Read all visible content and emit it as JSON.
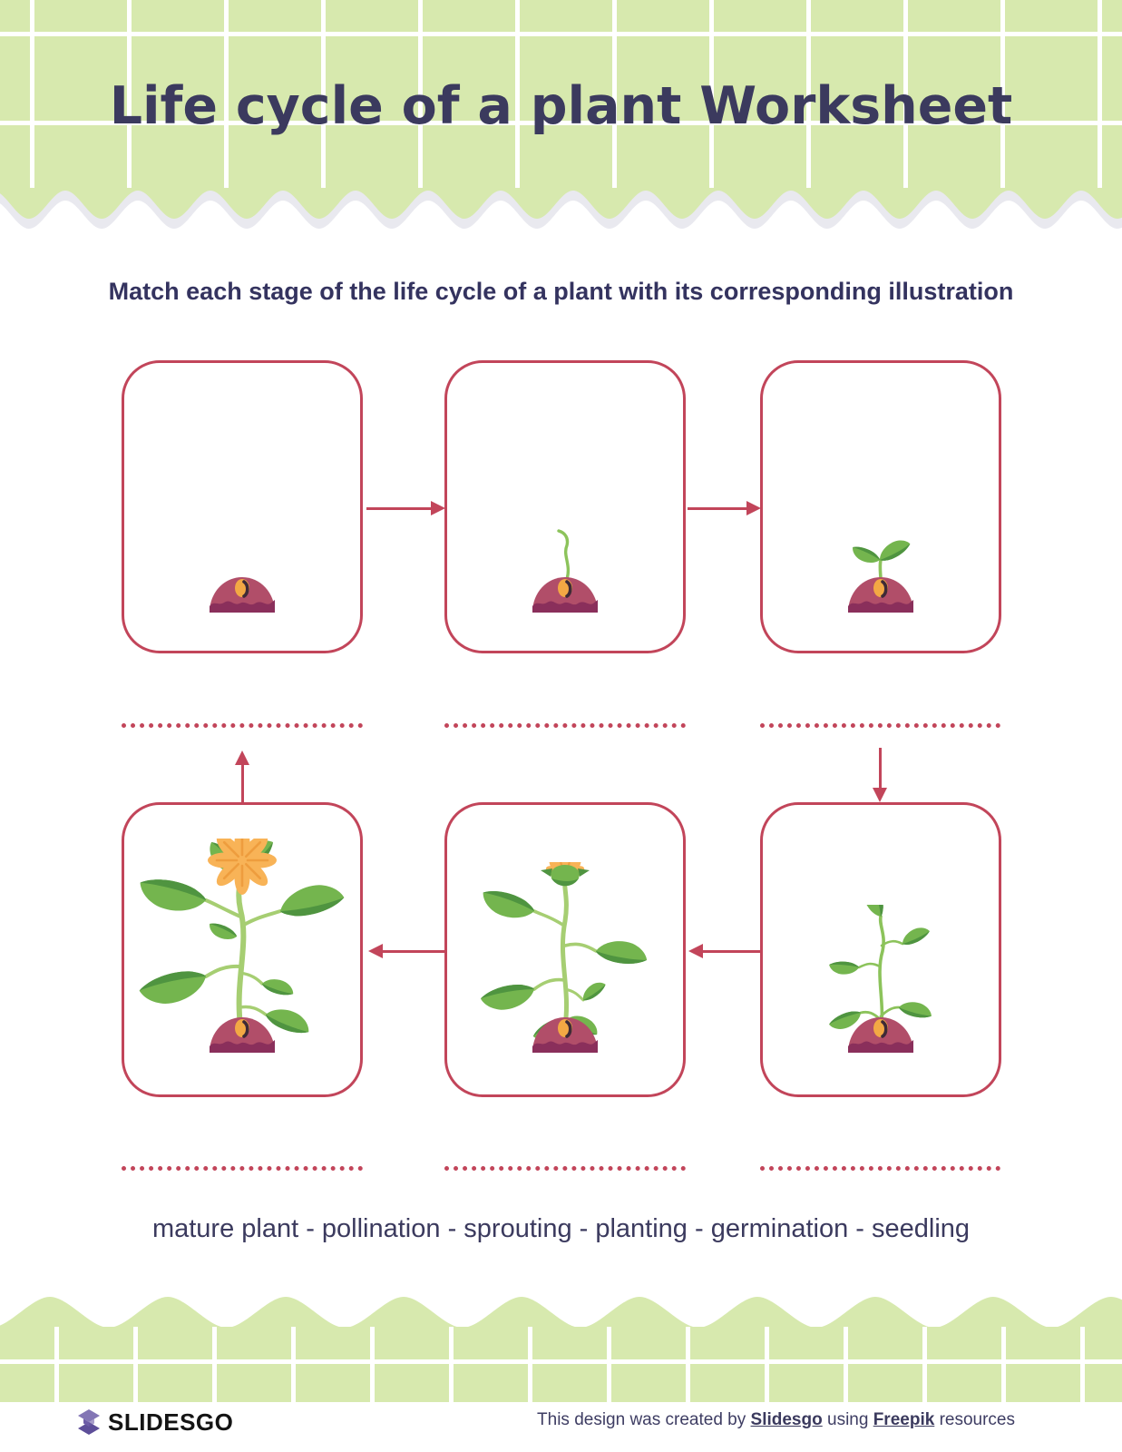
{
  "page": {
    "title": "Life cycle of a plant Worksheet",
    "instruction": "Match each stage of the life cycle of a plant with its corresponding illustration"
  },
  "diagram": {
    "cards": [
      {
        "position": "top-left",
        "illustration": "seed planted in soil mound"
      },
      {
        "position": "top-center",
        "illustration": "seed in soil mound with thin shoot emerging"
      },
      {
        "position": "top-right",
        "illustration": "sprout with two leaves growing from seed"
      },
      {
        "position": "bottom-right",
        "illustration": "young seedling with several leaves"
      },
      {
        "position": "bottom-center",
        "illustration": "plant with opening flower bud"
      },
      {
        "position": "bottom-left",
        "illustration": "mature plant with large open orange flower"
      }
    ],
    "answer_lines": 6,
    "arrow_color": "#c2455a"
  },
  "word_bank": {
    "words": [
      "mature plant",
      "pollination",
      "sprouting",
      "planting",
      "germination",
      "seedling"
    ],
    "text": "mature plant - pollination - sprouting - planting - germination - seedling"
  },
  "footer": {
    "logo_text": "SLIDESGO",
    "credit_prefix": "This design was created by ",
    "credit_link_1": "Slidesgo",
    "credit_middle": " using ",
    "credit_link_2": "Freepik",
    "credit_suffix": " resources"
  },
  "colors": {
    "banner_green": "#d7e9ae",
    "grid_line": "#ffffff",
    "accent_crimson": "#c2455a",
    "text_navy": "#3b3a5e",
    "soil_light": "#b14e69",
    "soil_dark": "#8a2f5b",
    "seed_orange": "#f3a844",
    "leaf_green": "#74b54e",
    "leaf_dark_green": "#4f9440",
    "stem_green": "#a6ce72",
    "flower_orange": "#f8b357",
    "shadow_grey": "#e9e9ef",
    "logo_purple": "#7b6ab1"
  }
}
